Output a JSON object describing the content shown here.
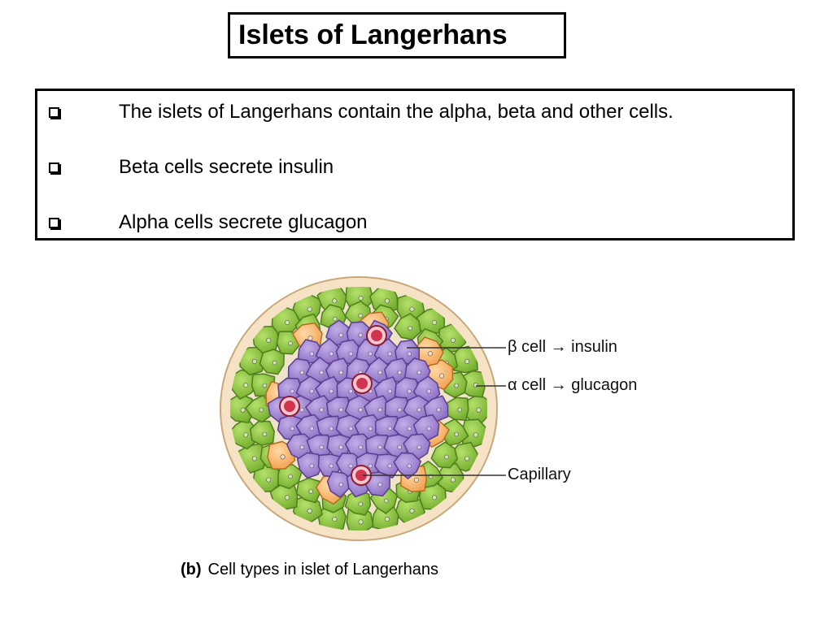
{
  "title": "Islets of Langerhans",
  "bullets": [
    {
      "icon": "checkbox-square-icon",
      "text": "The islets of Langerhans contain the alpha, beta and other cells."
    },
    {
      "icon": "checkbox-square-icon",
      "text": "Beta cells secrete insulin"
    },
    {
      "icon": "checkbox-square-icon",
      "text": "Alpha cells secrete glucagon"
    }
  ],
  "diagram": {
    "labels": {
      "beta": "β cell → insulin",
      "alpha": "α cell → glucagon",
      "capillary": "Capillary"
    },
    "caption_letter": "(b)",
    "caption_text": "Cell types in islet of Langerhans",
    "colors": {
      "beta_cell": "#9b7fcf",
      "alpha_cell": "#8cc63f",
      "other_cell": "#f5b36b",
      "capillary": "#d2344f",
      "capsule": "#f6e2c4"
    }
  }
}
